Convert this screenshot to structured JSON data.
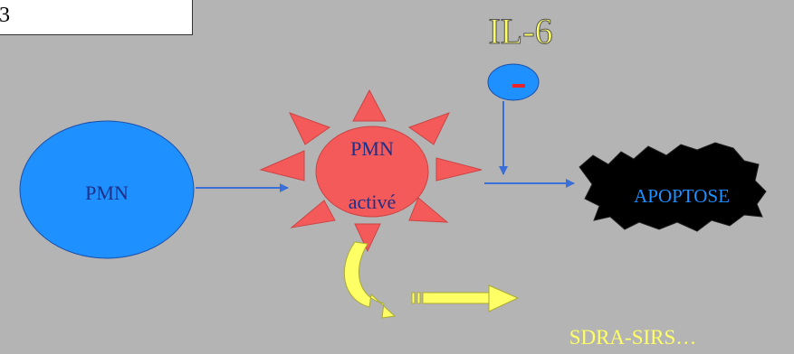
{
  "corner_box": {
    "text": "3"
  },
  "cytokine": {
    "label": "IL-6",
    "inhibit_sign": "-"
  },
  "nodes": {
    "pmn": "PMN",
    "pmn_active_line1": "PMN",
    "pmn_active_line2": "activé",
    "apoptose": "APOPTOSE"
  },
  "outcome": {
    "label": "SDRA-SIRS…"
  },
  "colors": {
    "background": "#b4b4b4",
    "pmn_fill": "#1e90ff",
    "active_fill": "#f45a5a",
    "apoptose_fill": "#000000",
    "arrow": "#3a6fd8",
    "yellow": "#ffff66",
    "il6_text": "#ffff66"
  }
}
